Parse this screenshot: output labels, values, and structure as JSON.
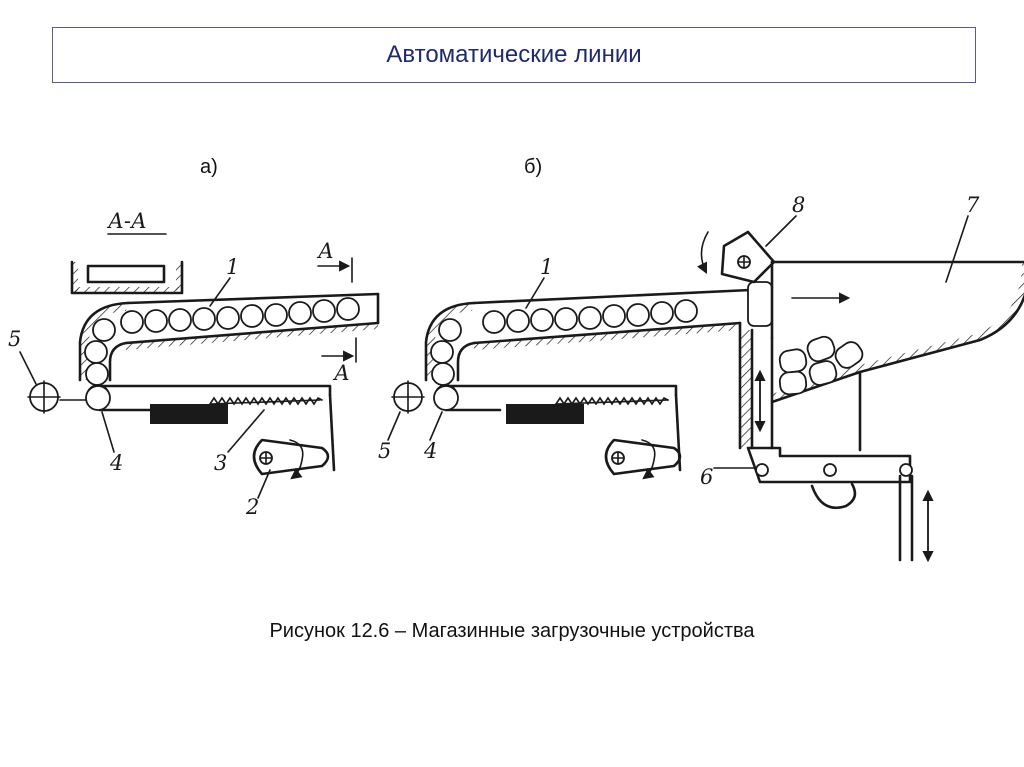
{
  "slide": {
    "title": "Автоматические линии",
    "caption": "Рисунок 12.6 – Магазинные загрузочные устройства"
  },
  "figure": {
    "subfigure_a": {
      "label": "а)",
      "section_label": "А-А",
      "cut_marks": [
        "А",
        "А"
      ],
      "callouts": [
        "1",
        "2",
        "3",
        "4",
        "5"
      ]
    },
    "subfigure_b": {
      "label": "б)",
      "callouts": [
        "1",
        "4",
        "5",
        "6",
        "7",
        "8"
      ]
    }
  }
}
